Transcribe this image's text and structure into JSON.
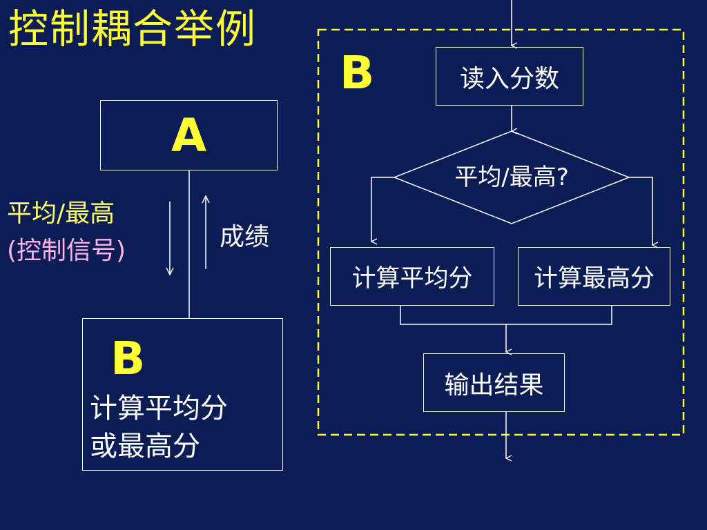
{
  "title": "控制耦合举例",
  "left": {
    "module_a": "A",
    "control_label_line1": "平均/最高",
    "control_label_line2": "(控制信号)",
    "data_label": "成绩",
    "module_b_letter": "B",
    "module_b_line1": "计算平均分",
    "module_b_line2": "或最高分"
  },
  "right": {
    "module_letter": "B",
    "read_input": "读入分数",
    "decision": "平均/最高?",
    "calc_average": "计算平均分",
    "calc_max": "计算最高分",
    "output_result": "输出结果"
  },
  "colors": {
    "background": "#0c1c55",
    "title": "#ffff33",
    "control_label": "#ffff66",
    "control_note": "#ffb3e6",
    "lines": "#ffffff",
    "dashed_border": "#ffff33"
  }
}
